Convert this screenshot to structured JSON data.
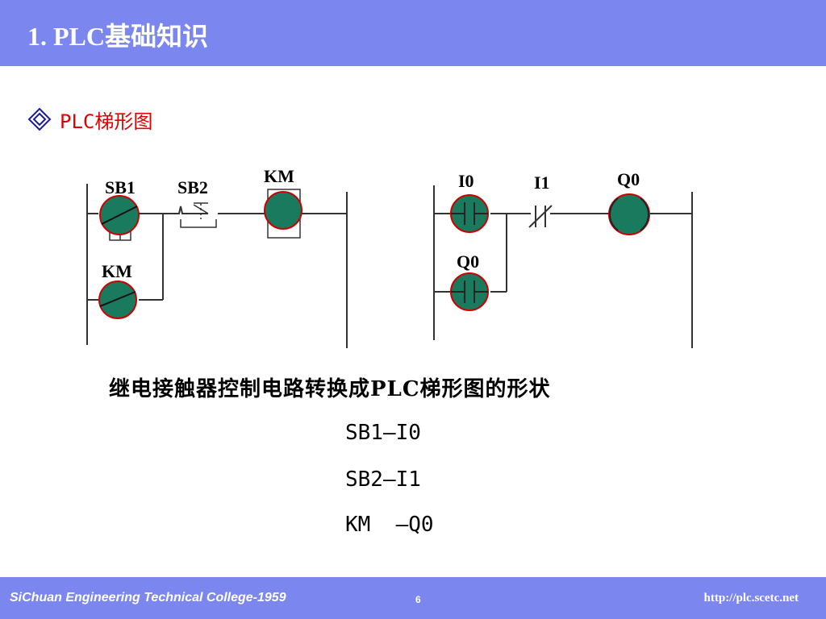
{
  "header": {
    "title": "1. PLC基础知识",
    "background_color": "#7b86ee"
  },
  "bullet": {
    "icon": "diamond-bullet-icon",
    "text": "PLC梯形图",
    "color": "#e00000"
  },
  "relay_diagram": {
    "labels": {
      "sb1": "SB1",
      "sb2": "SB2",
      "km_coil": "KM",
      "km_contact": "KM"
    }
  },
  "ladder_diagram": {
    "labels": {
      "i0": "I0",
      "i1": "I1",
      "q0_coil": "Q0",
      "q0_contact": "Q0"
    }
  },
  "symbol_colors": {
    "fill": "#1a7a5e",
    "outline": "#cc0000"
  },
  "caption": "继电接触器控制电路转换成PLC梯形图的形状",
  "mapping": [
    {
      "text": "SB1—I0"
    },
    {
      "text": "SB2—I1"
    },
    {
      "text": "KM  —Q0"
    }
  ],
  "footer": {
    "left": "SiChuan Engineering Technical College-1959",
    "page": "6",
    "right": "http://plc.scetc.net"
  }
}
